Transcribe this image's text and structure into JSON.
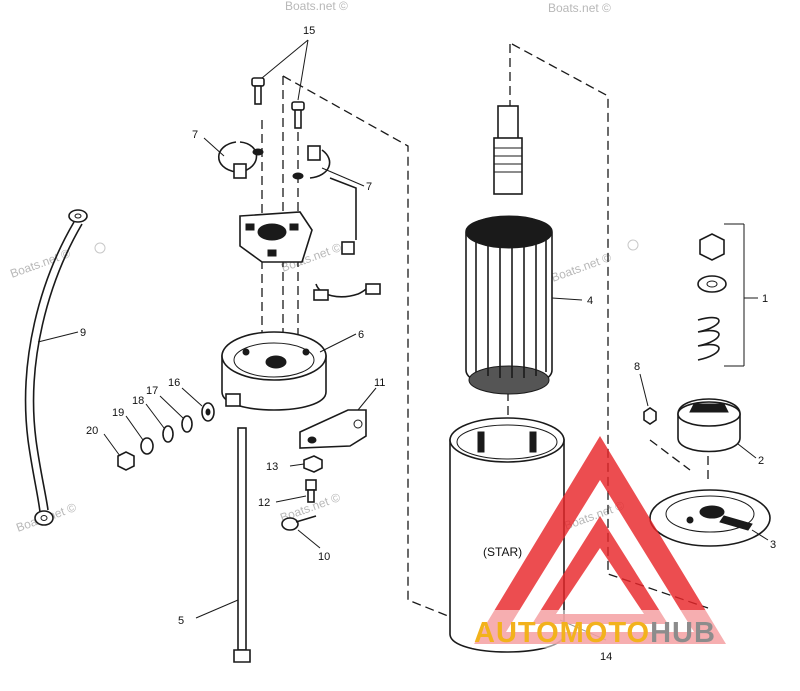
{
  "callouts": [
    {
      "id": "15",
      "text": "15"
    },
    {
      "id": "7a",
      "text": "7"
    },
    {
      "id": "7b",
      "text": "7"
    },
    {
      "id": "9",
      "text": "9"
    },
    {
      "id": "6",
      "text": "6"
    },
    {
      "id": "16",
      "text": "16"
    },
    {
      "id": "17",
      "text": "17"
    },
    {
      "id": "18",
      "text": "18"
    },
    {
      "id": "19",
      "text": "19"
    },
    {
      "id": "20",
      "text": "20"
    },
    {
      "id": "11",
      "text": "11"
    },
    {
      "id": "13",
      "text": "13"
    },
    {
      "id": "12",
      "text": "12"
    },
    {
      "id": "10",
      "text": "10"
    },
    {
      "id": "5",
      "text": "5"
    },
    {
      "id": "4",
      "text": "4"
    },
    {
      "id": "14",
      "text": "14"
    },
    {
      "id": "1",
      "text": "1"
    },
    {
      "id": "8",
      "text": "8"
    },
    {
      "id": "2",
      "text": "2"
    },
    {
      "id": "3",
      "text": "3"
    }
  ],
  "frame_label": "(STAR)",
  "watermark": "Boats.net ©",
  "logo": {
    "part1": "AUTO",
    "part2": "MOTO",
    "part3": "HUB",
    "colors": {
      "triangle": "#e8262a",
      "auto": "#f2b21c",
      "hub": "#8c8c8c"
    }
  }
}
